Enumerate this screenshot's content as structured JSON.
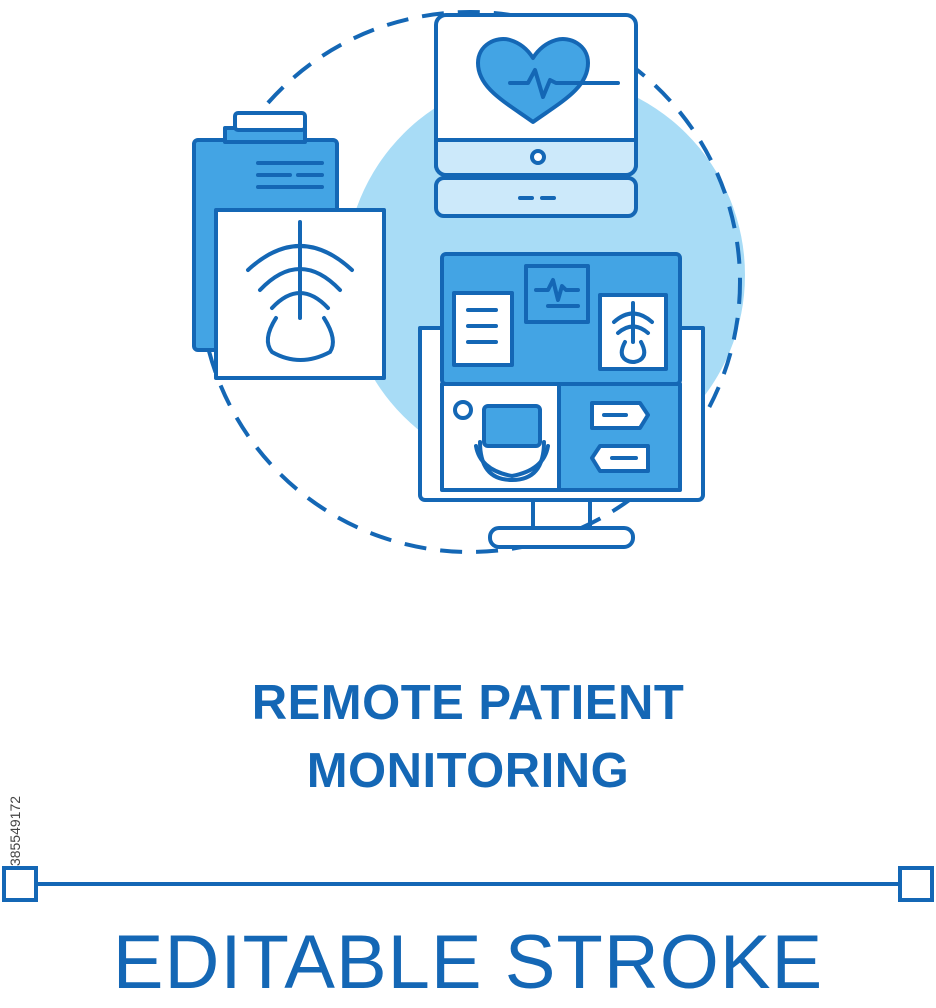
{
  "title": {
    "line1": "REMOTE PATIENT",
    "line2": "MONITORING"
  },
  "footer": {
    "label": "EDITABLE STROKE"
  },
  "stock_id": "385549172",
  "colors": {
    "stroke": "#1467b5",
    "fill_mid": "#43a4e4",
    "fill_light": "#a8dcf6",
    "fill_pale": "#cce9fa",
    "background": "#ffffff"
  },
  "icons": [
    "dashed-circle-icon",
    "heart-monitor-icon",
    "clipboard-xray-icon",
    "telemedicine-screen-icon",
    "doctor-avatar-icon",
    "chat-bubbles-icon",
    "document-icon",
    "ecg-chart-icon",
    "xray-icon"
  ]
}
